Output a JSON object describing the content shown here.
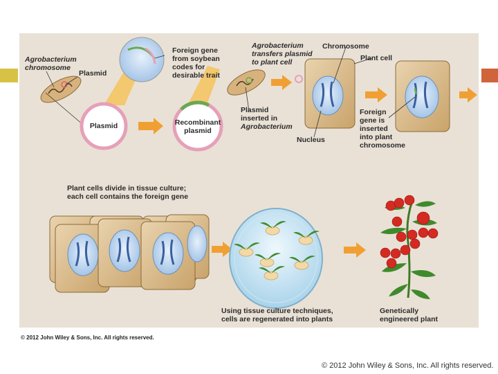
{
  "figure": {
    "labels": {
      "agro_chromosome_1": "Agrobacterium\nchromosome",
      "plasmid_top": "Plasmid",
      "foreign_gene": "Foreign gene\nfrom soybean\ncodes for\ndesirable trait",
      "agro_transfers": "Agrobacterium\ntransfers plasmid\nto plant cell",
      "chromosome": "Chromosome",
      "plant_cell": "Plant cell",
      "plasmid_in_circle": "Plasmid",
      "recombinant": "Recombinant\nplasmid",
      "plasmid_inserted": "Plasmid\ninserted in\nAgrobacterium",
      "nucleus": "Nucleus",
      "foreign_inserted": "Foreign\ngene is\ninserted\ninto plant\nchromosome",
      "cells_divide": "Plant cells divide in tissue culture;\neach cell contains the foreign gene",
      "tissue_culture": "Using tissue culture techniques,\ncells are regenerated into plants",
      "engineered": "Genetically\nengineered plant"
    },
    "figure_copyright": "© 2012 John Wiley & Sons, Inc. All rights reserved."
  },
  "slide_copyright": "© 2012 John Wiley & Sons, Inc. All rights reserved.",
  "colors": {
    "panel": "#e9e1d6",
    "arrow": "#f0a033",
    "cell_wall": "#d9b98a",
    "nucleus": "#c9dcf2",
    "plasmid_ring": "#e6a0b8",
    "tomato": "#d42a22",
    "leaf": "#3f8a2c"
  }
}
